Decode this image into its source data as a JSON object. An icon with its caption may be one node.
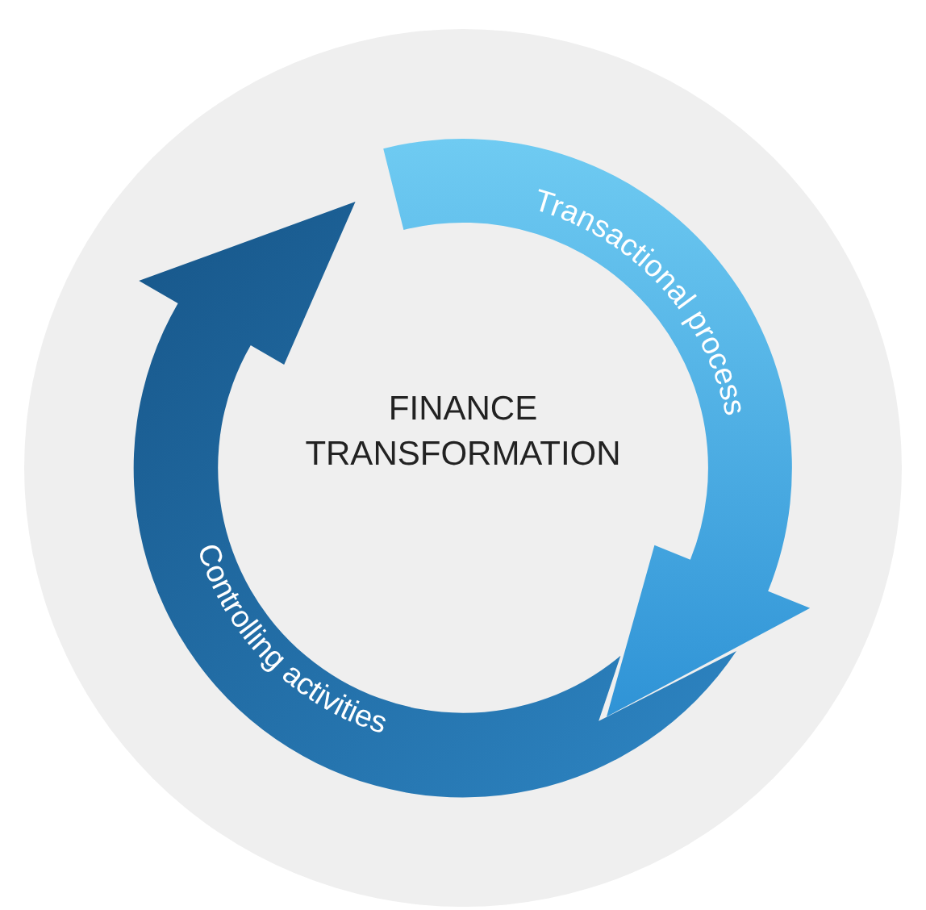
{
  "diagram": {
    "nodes": [
      {
        "text": [
          "FINANCE TRANSFORMATION"
        ]
      },
      {
        "text": [
          "Transactional process"
        ],
        "in": 0
      },
      {
        "text": [
          "Controlling activities"
        ],
        "in": 0
      }
    ]
  }
}
